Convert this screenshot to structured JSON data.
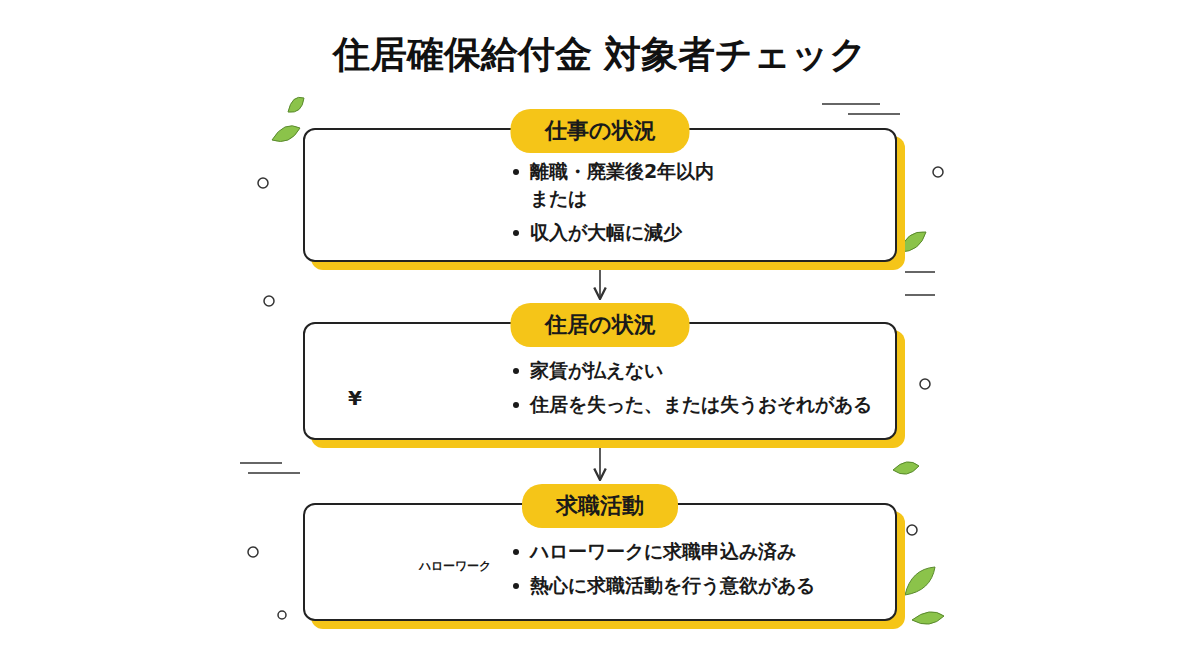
{
  "diagram": {
    "title": "住居確保給付金 対象者チェック",
    "nodes": [
      {
        "text": [
          "仕事の状況",
          "離職・廃業後2年以内 または",
          "収入が大幅に減少"
        ]
      },
      {
        "text": [
          "住居の状況",
          "家賃が払えない",
          "住居を失った、または失うおそれがある"
        ]
      },
      {
        "text": [
          "求職活動",
          "ハローワークに求職申込み済み",
          "熱心に求職活動を行う意欲がある"
        ]
      }
    ],
    "edges": [
      {
        "from": 0,
        "to": 1,
        "arrow": "to"
      },
      {
        "from": 1,
        "to": 2,
        "arrow": "to"
      }
    ],
    "labels": [
      "¥",
      "ハローワーク"
    ]
  }
}
